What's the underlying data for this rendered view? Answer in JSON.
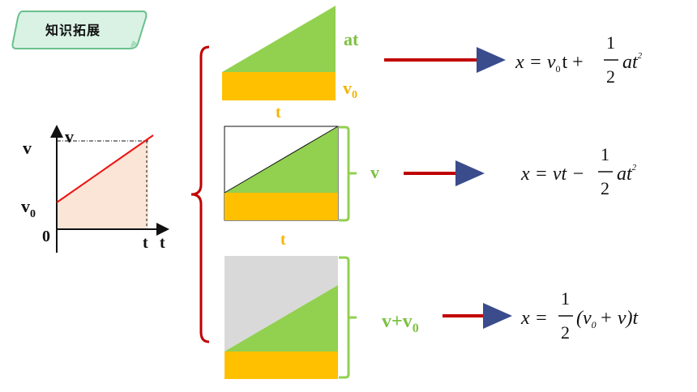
{
  "tag": {
    "label": "知识拓展"
  },
  "graph": {
    "y_axis_label": "v",
    "y_top_label": "v",
    "v0_label": "v",
    "v0_sub": "0",
    "origin_label": "0",
    "t_mark_label": "t",
    "x_axis_label": "t"
  },
  "panel1": {
    "triangle_label": "at",
    "rect_label": "v",
    "rect_label_sub": "0",
    "width_label": "t"
  },
  "panel2": {
    "height_label": "v",
    "width_label": "t"
  },
  "panel3": {
    "height_label": "v+v",
    "height_label_sub": "0"
  },
  "formulas": {
    "f1": {
      "lhs": "x = v",
      "sub": "0",
      "mid": "t +",
      "frac_num": "1",
      "frac_den": "2",
      "tail": "at",
      "exp": "2"
    },
    "f2": {
      "lhs": "x = vt −",
      "frac_num": "1",
      "frac_den": "2",
      "tail": "at",
      "exp": "2"
    },
    "f3": {
      "lhs": "x =",
      "frac_num": "1",
      "frac_den": "2",
      "paren_open": "(v",
      "sub": "0",
      "plus": "+ v)t"
    }
  },
  "colors": {
    "green": "#92d050",
    "gold": "#ffc000",
    "gray": "#d9d9d9",
    "arrow": "#c00000",
    "arrow_edge": "#3a4c8c",
    "bracket": "#c00000",
    "tag_fill": "#d9f2e4",
    "tag_edge": "#6ac08c",
    "area_fill": "#fbe5d6",
    "line_red": "#ee1111"
  }
}
